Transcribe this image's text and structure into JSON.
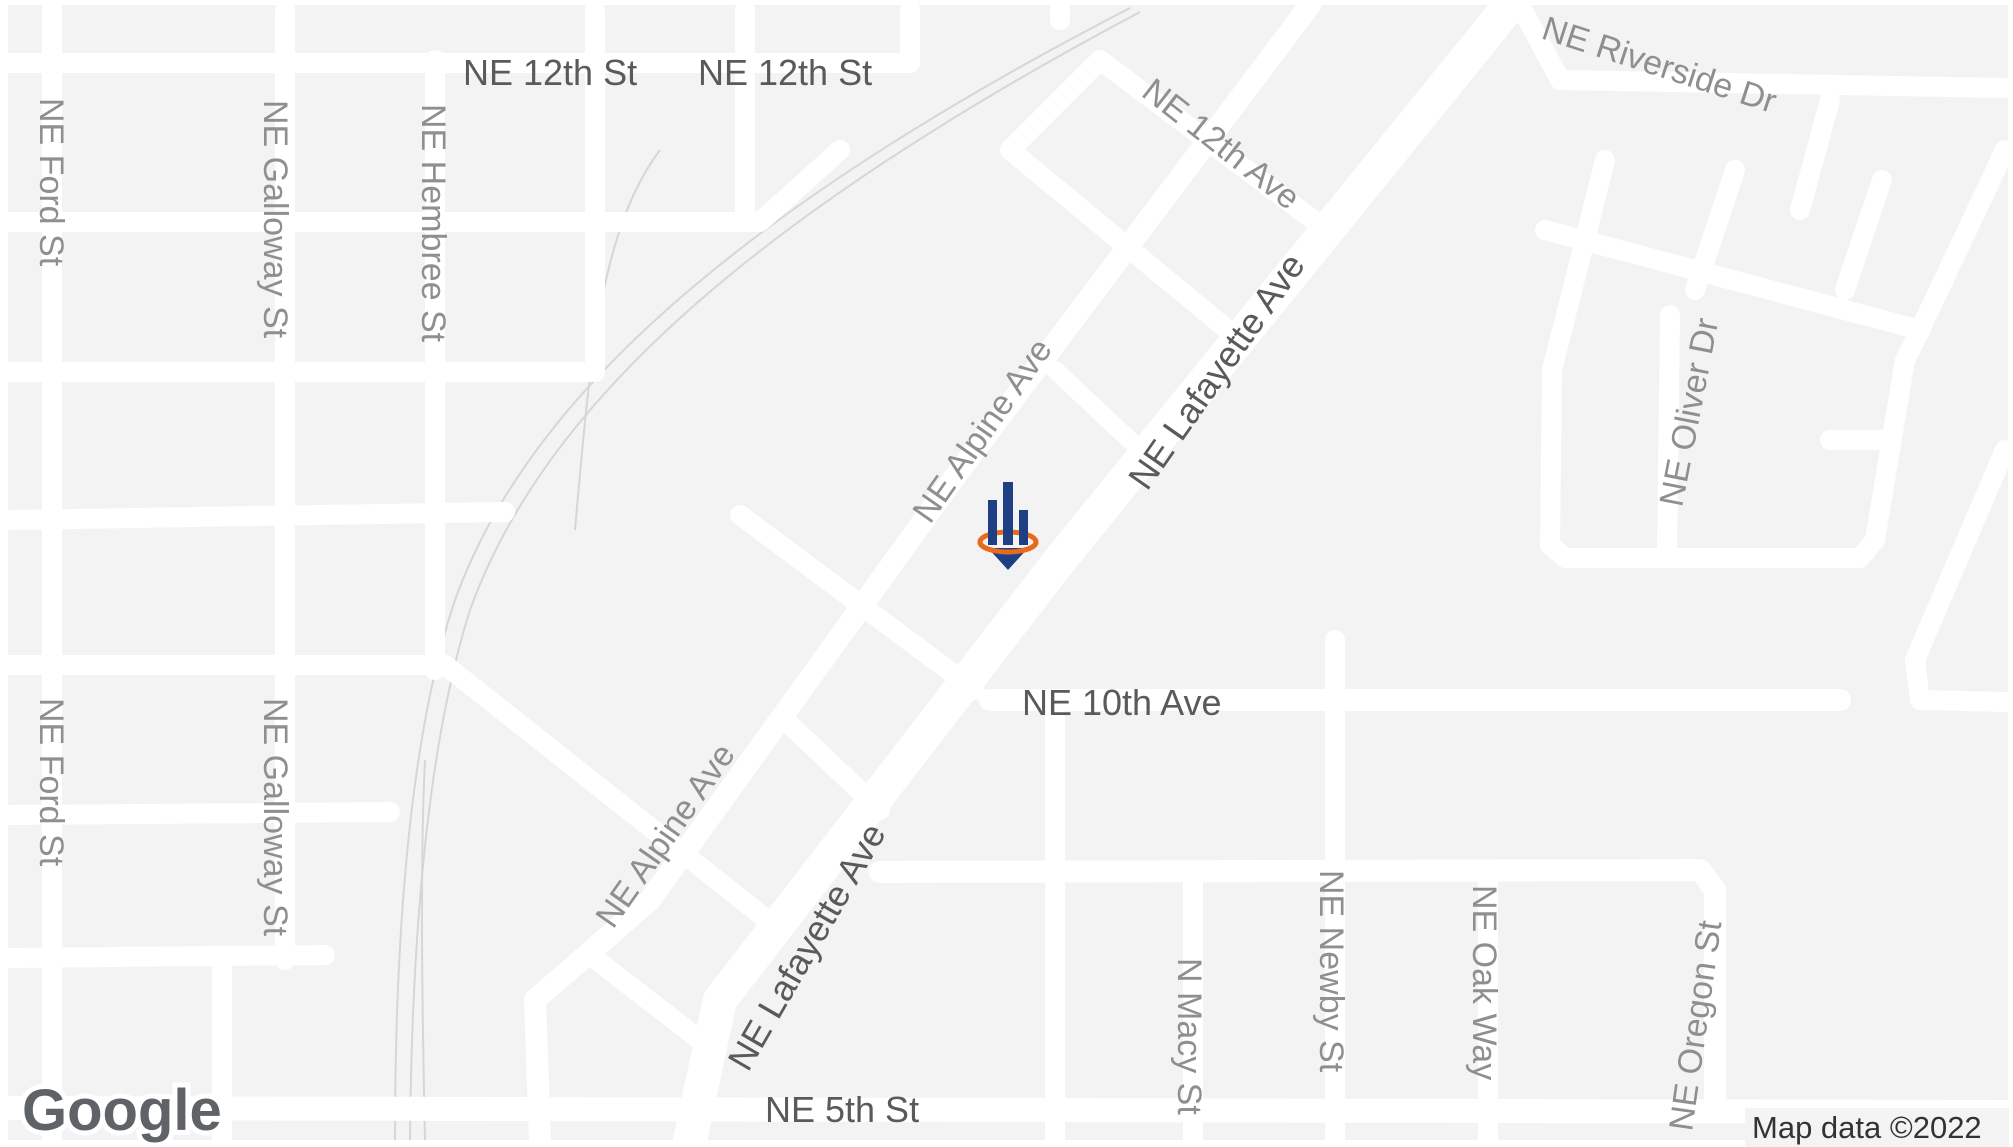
{
  "map": {
    "labels": {
      "ne_12th_st_a": "NE 12th St",
      "ne_12th_st_b": "NE 12th St",
      "ne_riverside_dr": "NE Riverside Dr",
      "ne_12th_ave": "NE 12th Ave",
      "ne_ford_st_top": "NE Ford St",
      "ne_galloway_st_top": "NE Galloway St",
      "ne_hembree_st": "NE Hembree St",
      "ne_alpine_ave_top": "NE Alpine Ave",
      "ne_lafayette_ave_top": "NE Lafayette Ave",
      "ne_oliver_dr": "NE Oliver Dr",
      "ne_10th_ave": "NE 10th Ave",
      "ne_ford_st_bottom": "NE Ford St",
      "ne_galloway_st_bottom": "NE Galloway St",
      "ne_alpine_ave_bottom": "NE Alpine Ave",
      "ne_lafayette_ave_bottom": "NE Lafayette Ave",
      "n_macy_st": "N Macy St",
      "ne_newby_st": "NE Newby St",
      "ne_oak_way": "NE Oak Way",
      "ne_oregon_st": "NE Oregon St",
      "ne_5th_st": "NE 5th St"
    },
    "logo_text": "Google",
    "attribution": "Map data ©2022",
    "marker_icon": "building-pin-icon",
    "colors": {
      "land": "#f3f3f3",
      "road": "#ffffff",
      "label": "#8f8f8f",
      "marker_blue": "#1f3f85",
      "marker_orange": "#ea6a1d"
    }
  }
}
